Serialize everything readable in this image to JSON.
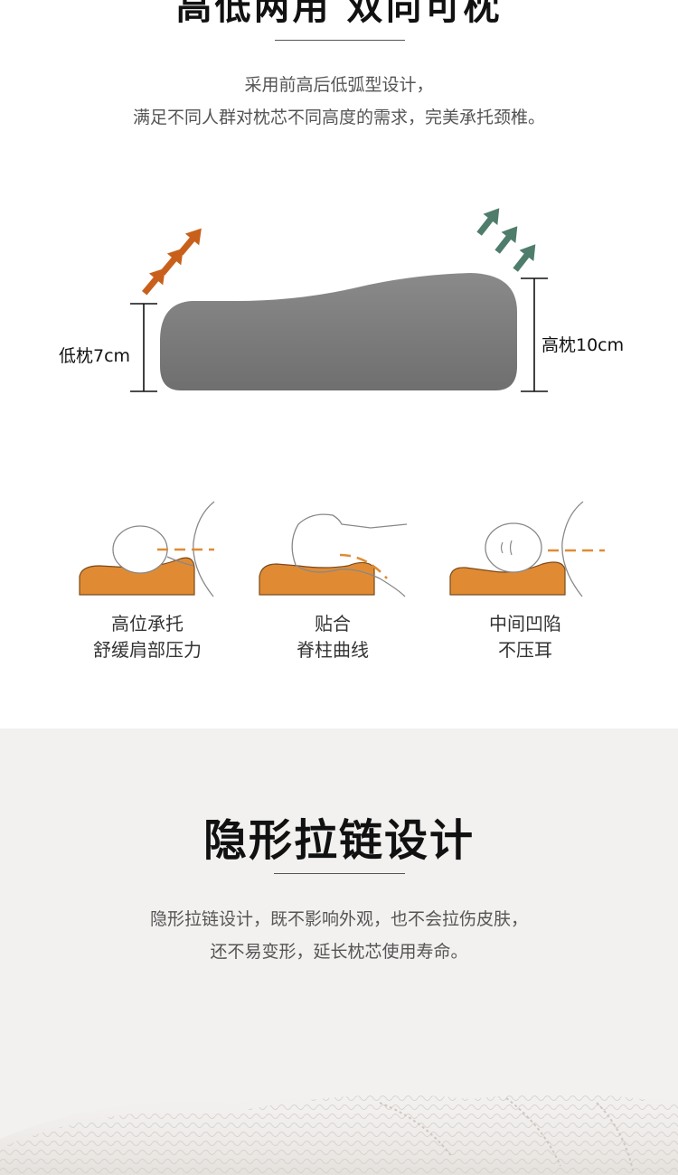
{
  "section1": {
    "title": "高低两用 双向可枕",
    "desc_line1": "采用前高后低弧型设计，",
    "desc_line2": "满足不同人群对枕芯不同高度的需求，完美承托颈椎。",
    "low_label": "低枕7cm",
    "high_label": "高枕10cm",
    "colors": {
      "low_arrow": "#c8601c",
      "high_arrow": "#4f7d6b",
      "pillow": "#7a7a7a",
      "support": "#e08b34"
    },
    "postures": [
      {
        "line1": "高位承托",
        "line2": "舒缓肩部压力"
      },
      {
        "line1": "贴合",
        "line2": "脊柱曲线"
      },
      {
        "line1": "中间凹陷",
        "line2": "不压耳"
      }
    ]
  },
  "section2": {
    "title": "隐形拉链设计",
    "desc_line1": "隐形拉链设计，既不影响外观，也不会拉伤皮肤，",
    "desc_line2": "还不易变形，延长枕芯使用寿命。"
  }
}
